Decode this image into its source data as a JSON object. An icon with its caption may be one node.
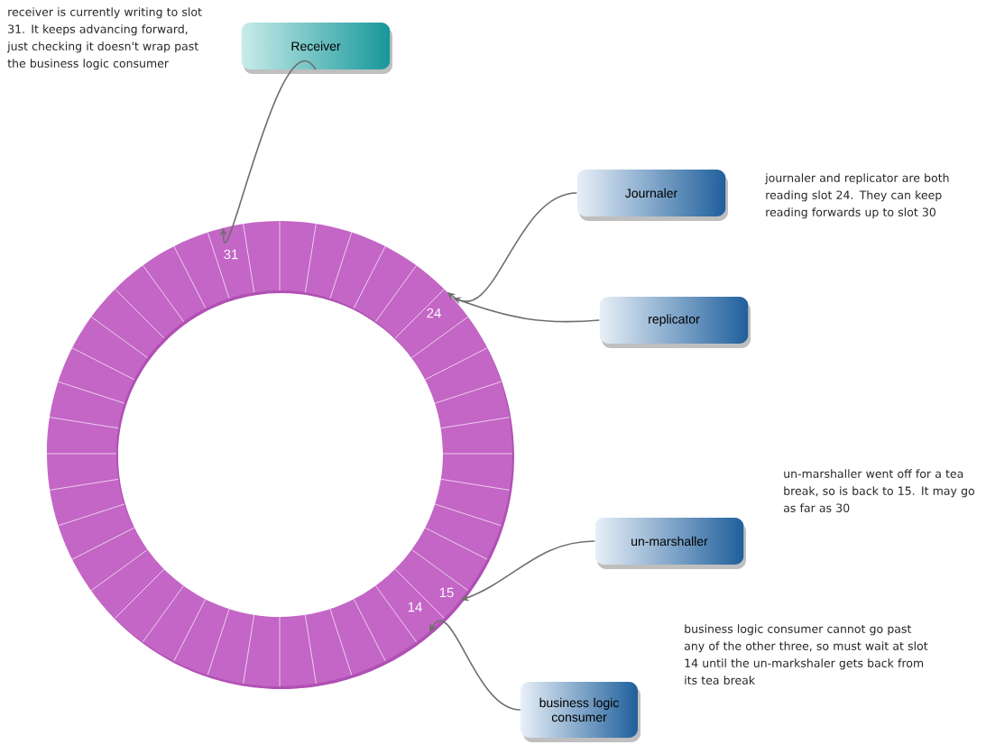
{
  "diagram": {
    "nodes": [
      {
        "text": [],
        "shape": "circle"
      },
      {
        "text": [
          "Receiver"
        ]
      },
      {
        "text": [
          "Journaler"
        ]
      },
      {
        "text": [
          "replicator"
        ]
      },
      {
        "text": [
          "un-marshaller"
        ]
      },
      {
        "text": [
          "business logic consumer"
        ]
      }
    ],
    "edges": [
      {
        "from": 1,
        "to": 0,
        "arrow": "to"
      },
      {
        "from": 2,
        "to": 0,
        "arrow": "to"
      },
      {
        "from": 3,
        "to": 0,
        "arrow": "to"
      },
      {
        "from": 4,
        "to": 0,
        "arrow": "to"
      },
      {
        "from": 5,
        "to": 0,
        "arrow": "to"
      }
    ],
    "labels": [
      "receiver is currently writing to slot 31. It keeps advancing forward, just checking it doesn't wrap past the business logic consumer",
      "journaler and replicator are both reading slot 24. They can keep reading forwards up to slot 30",
      "31",
      "24",
      "un-marshaller went off for a tea break, so is back to 15. It may go as far as 30",
      "15",
      "14",
      "business logic consumer cannot go past any of the other three, so must wait at slot 14 until the un-markshaler gets back from its tea break"
    ]
  }
}
